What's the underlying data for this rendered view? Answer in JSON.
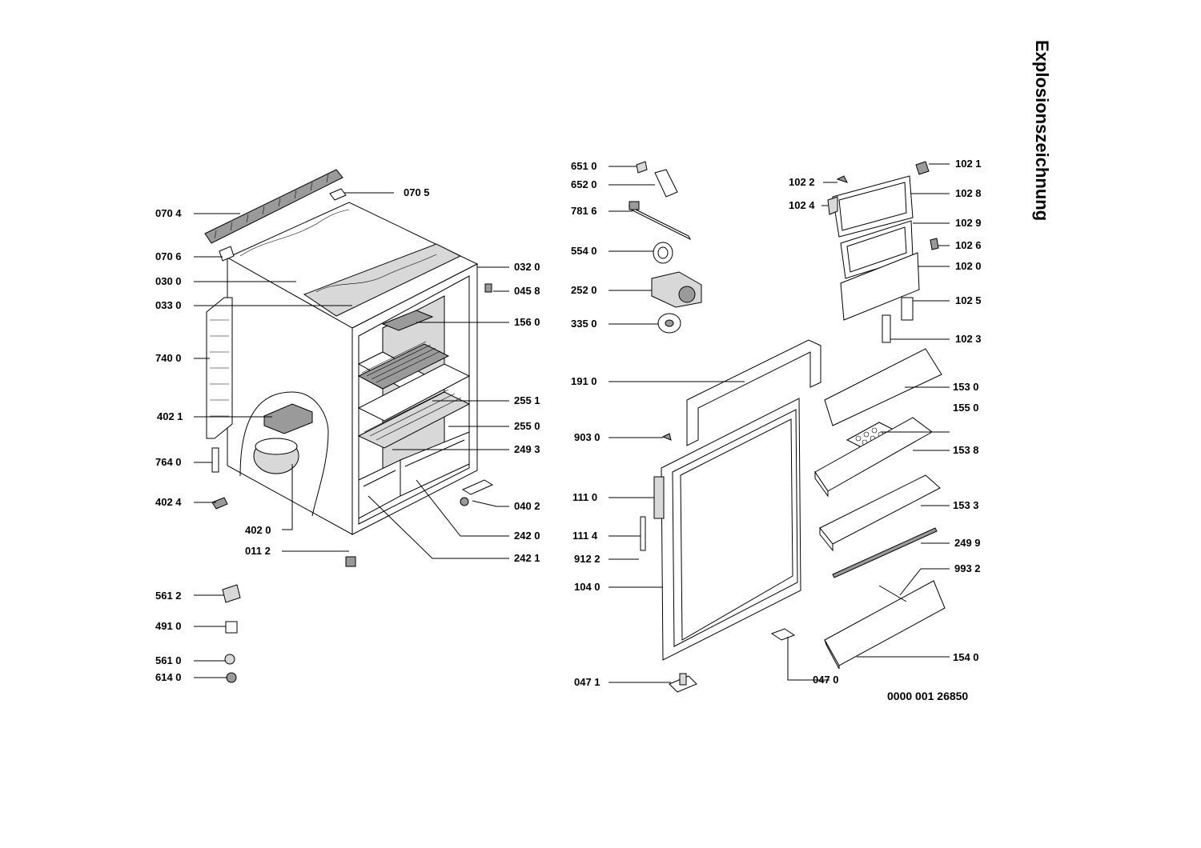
{
  "title": "Explosionszeichnung",
  "document_number": "0000 001 26850",
  "left_labels": [
    {
      "id": "070-4",
      "text": "070 4"
    },
    {
      "id": "070-6",
      "text": "070 6"
    },
    {
      "id": "030-0",
      "text": "030 0"
    },
    {
      "id": "033-0",
      "text": "033 0"
    },
    {
      "id": "740-0",
      "text": "740 0"
    },
    {
      "id": "402-1",
      "text": "402 1"
    },
    {
      "id": "764-0",
      "text": "764 0"
    },
    {
      "id": "402-4",
      "text": "402 4"
    },
    {
      "id": "402-0",
      "text": "402 0"
    },
    {
      "id": "011-2",
      "text": "011 2"
    },
    {
      "id": "561-2",
      "text": "561 2"
    },
    {
      "id": "491-0",
      "text": "491 0"
    },
    {
      "id": "561-0",
      "text": "561 0"
    },
    {
      "id": "614-0",
      "text": "614 0"
    }
  ],
  "cabinet_right_labels": [
    {
      "id": "070-5",
      "text": "070 5"
    },
    {
      "id": "032-0",
      "text": "032 0"
    },
    {
      "id": "045-8",
      "text": "045 8"
    },
    {
      "id": "156-0",
      "text": "156 0"
    },
    {
      "id": "255-1",
      "text": "255 1"
    },
    {
      "id": "255-0",
      "text": "255 0"
    },
    {
      "id": "249-3",
      "text": "249 3"
    },
    {
      "id": "040-2",
      "text": "040 2"
    },
    {
      "id": "242-0",
      "text": "242 0"
    },
    {
      "id": "242-1",
      "text": "242 1"
    }
  ],
  "door_left_labels": [
    {
      "id": "651-0",
      "text": "651 0"
    },
    {
      "id": "652-0",
      "text": "652 0"
    },
    {
      "id": "781-6",
      "text": "781 6"
    },
    {
      "id": "554-0",
      "text": "554 0"
    },
    {
      "id": "252-0",
      "text": "252 0"
    },
    {
      "id": "335-0",
      "text": "335 0"
    },
    {
      "id": "191-0",
      "text": "191 0"
    },
    {
      "id": "903-0",
      "text": "903 0"
    },
    {
      "id": "111-0",
      "text": "111 0"
    },
    {
      "id": "111-4",
      "text": "111 4"
    },
    {
      "id": "912-2",
      "text": "912 2"
    },
    {
      "id": "104-0",
      "text": "104 0"
    },
    {
      "id": "047-1",
      "text": "047 1"
    },
    {
      "id": "047-0",
      "text": "047 0"
    },
    {
      "id": "102-2",
      "text": "102 2"
    },
    {
      "id": "102-4",
      "text": "102 4"
    }
  ],
  "door_right_labels": [
    {
      "id": "102-1",
      "text": "102 1"
    },
    {
      "id": "102-8",
      "text": "102 8"
    },
    {
      "id": "102-9",
      "text": "102 9"
    },
    {
      "id": "102-6",
      "text": "102 6"
    },
    {
      "id": "102-0",
      "text": "102 0"
    },
    {
      "id": "102-5",
      "text": "102 5"
    },
    {
      "id": "102-3",
      "text": "102 3"
    },
    {
      "id": "153-0",
      "text": "153 0"
    },
    {
      "id": "155-0",
      "text": "155 0"
    },
    {
      "id": "153-8",
      "text": "153 8"
    },
    {
      "id": "153-3",
      "text": "153 3"
    },
    {
      "id": "249-9",
      "text": "249 9"
    },
    {
      "id": "993-2",
      "text": "993 2"
    },
    {
      "id": "154-0",
      "text": "154 0"
    }
  ]
}
